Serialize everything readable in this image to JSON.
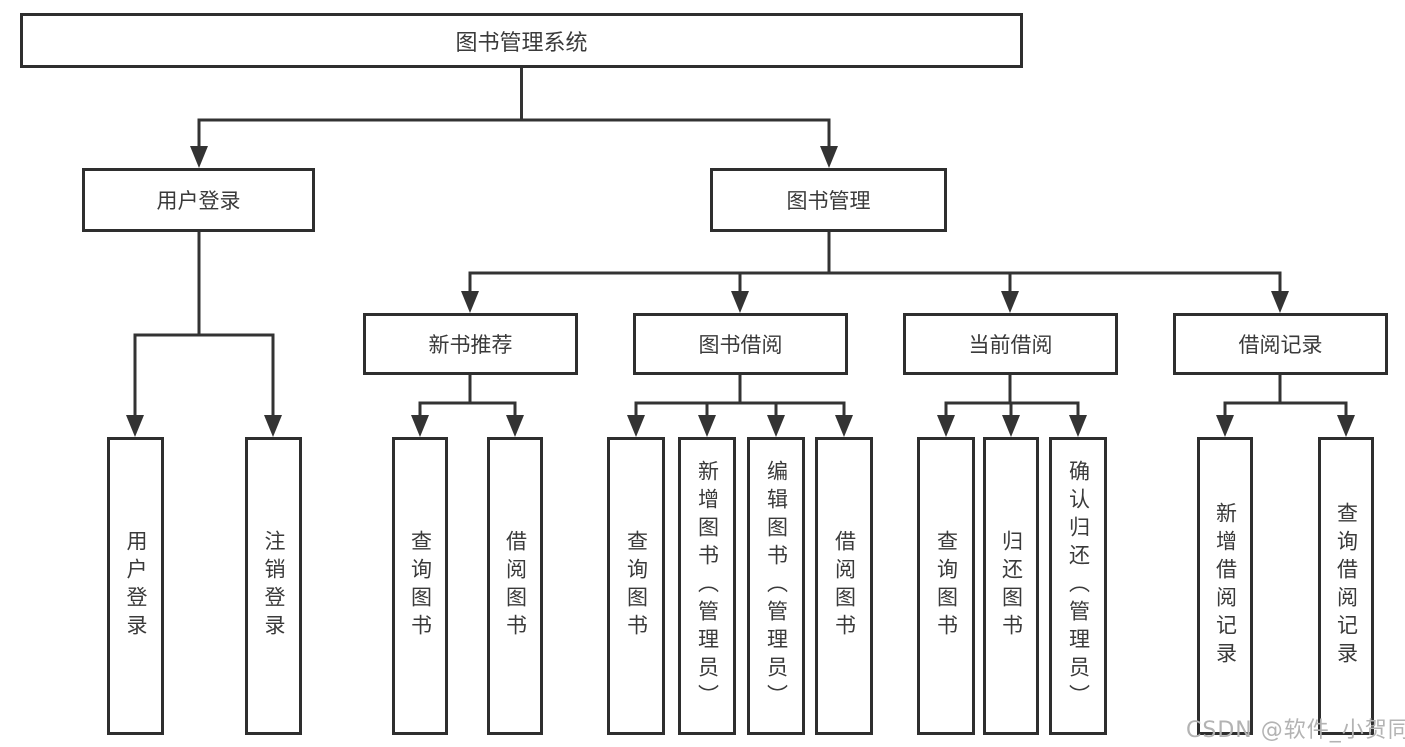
{
  "diagram": {
    "root": {
      "label": "图书管理系统"
    },
    "level2": [
      {
        "label": "用户登录"
      },
      {
        "label": "图书管理"
      }
    ],
    "level3": [
      {
        "label": "新书推荐"
      },
      {
        "label": "图书借阅"
      },
      {
        "label": "当前借阅"
      },
      {
        "label": "借阅记录"
      }
    ],
    "leaves": [
      {
        "label": "用户登录"
      },
      {
        "label": "注销登录"
      },
      {
        "label": "查询图书"
      },
      {
        "label": "借阅图书"
      },
      {
        "label": "查询图书"
      },
      {
        "label": "新增图书（管理员）"
      },
      {
        "label": "编辑图书（管理员）"
      },
      {
        "label": "借阅图书"
      },
      {
        "label": "查询图书"
      },
      {
        "label": "归还图书"
      },
      {
        "label": "确认归还（管理员）"
      },
      {
        "label": "新增借阅记录"
      },
      {
        "label": "查询借阅记录"
      }
    ],
    "colors": {
      "line": "#333333",
      "box_border": "#2e2e2e",
      "text": "#3a3a3a",
      "watermark": "#b3b3b3",
      "background": "#ffffff"
    }
  },
  "watermark": {
    "text": "CSDN @软件_小贺同学"
  }
}
